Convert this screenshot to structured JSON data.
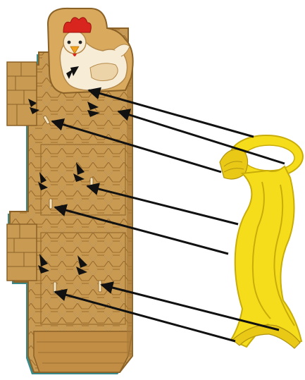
{
  "illustration": {
    "subject": "assembly-instruction",
    "parts": [
      "chicken-coop-panel",
      "yellow-clip-bracket"
    ],
    "arrow_count": 7,
    "snap_marks_count": 6
  },
  "colors": {
    "panel_fill": "#c99a52",
    "panel_shade": "#b3843f",
    "panel_edge": "#8a6126",
    "panel_outline_teal": "#3a8a8a",
    "chicken_body": "#f7ecd6",
    "chicken_comb": "#d8251e",
    "beak": "#f0a21c",
    "clip_yellow": "#f6dd1c",
    "clip_shadow": "#c8ad0a",
    "arrow": "#111111"
  }
}
